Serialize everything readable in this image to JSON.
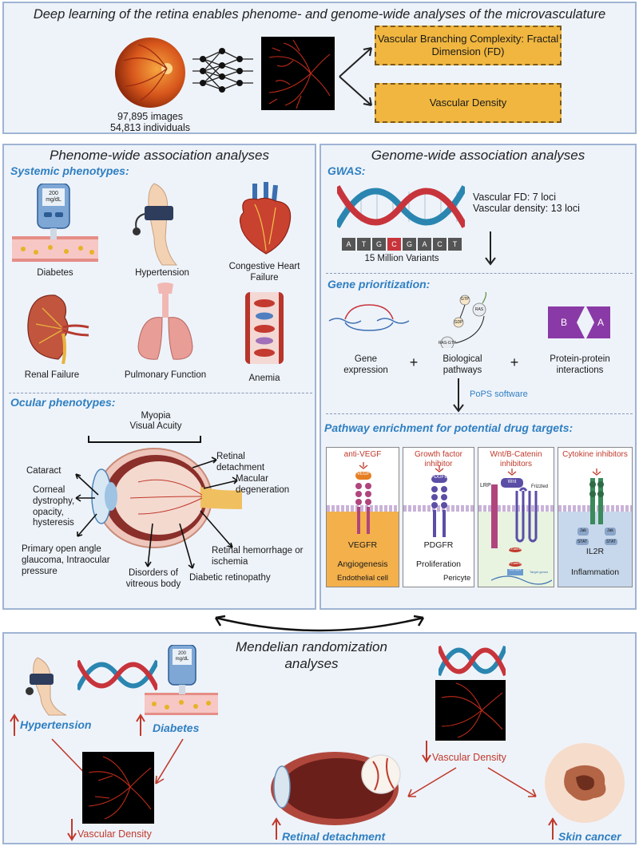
{
  "top": {
    "title": "Deep learning of the retina enables phenome- and genome-wide analyses of the microvasculature",
    "images_count": "97,895 images",
    "individuals_count": "54,813 individuals",
    "box_fd": "Vascular Branching Complexity: Fractal Dimension (FD)",
    "box_density": "Vascular Density"
  },
  "phewas": {
    "title": "Phenome-wide association analyses",
    "systemic_header": "Systemic phenotypes:",
    "glucometer_reading": "200 mg/dL",
    "systemic": [
      "Diabetes",
      "Hypertension",
      "Congestive Heart Failure",
      "Renal Failure",
      "Pulmonary Function",
      "Anemia"
    ],
    "ocular_header": "Ocular phenotypes:",
    "ocular": {
      "myopia": "Myopia",
      "visual_acuity": "Visual Acuity",
      "cataract": "Cataract",
      "corneal": "Corneal dystrophy, opacity, hysteresis",
      "glaucoma": "Primary open angle glaucoma, Intraocular pressure",
      "vitreous": "Disorders of vitreous body",
      "diabetic_ret": "Diabetic retinopathy",
      "hemorrhage": "Retinal hemorrhage or ischemia",
      "macular": "Macular degeneration",
      "detachment": "Retinal detachment"
    }
  },
  "gwas": {
    "title": "Genome-wide association analyses",
    "gwas_header": "GWAS:",
    "bases": [
      "A",
      "T",
      "G",
      "C",
      "G",
      "A",
      "C",
      "T"
    ],
    "variants": "15 Million Variants",
    "fd_loci": "Vascular FD: 7 loci",
    "density_loci": "Vascular density: 13 loci",
    "prior_header": "Gene prioritization:",
    "gene_expression": "Gene expression",
    "bio_pathways": "Biological pathways",
    "ppi": "Protein-protein interactions",
    "plus": "+",
    "gtp": "GTP",
    "gdp": "GDP",
    "ras": "RAS",
    "ras_gtp": "RAS-GTP",
    "protein_b": "B",
    "protein_a": "A",
    "pops": "PoPS software",
    "pathway_header": "Pathway enrichment for potential drug targets:",
    "cards": [
      {
        "top": "anti-VEGF",
        "ligand": "VEGF",
        "receptor": "VEGFR",
        "effect": "Angiogenesis",
        "cell": "Endothelial cell"
      },
      {
        "top": "Growth factor inhibitor",
        "ligand": "PDGFB",
        "receptor": "PDGFR",
        "effect": "Proliferation",
        "cell": "Pericyte"
      },
      {
        "top": "Wnt/B-Catenin inhibitors",
        "ligand": "Wnt",
        "lrp": "LRP",
        "frizzled": "Frizzled",
        "catenin1": "β-Catenin",
        "catenin2": "β-Catenin",
        "tcf": "TCF/LEF",
        "target": "Target genes"
      },
      {
        "top": "Cytokine inhibitors",
        "jak1": "Jak",
        "jak2": "Jak",
        "stat1": "STAT",
        "stat2": "STAT",
        "receptor": "IL2R",
        "effect": "Inflammation"
      }
    ]
  },
  "mr": {
    "title": "Mendelian randomization analyses",
    "glucometer_reading": "200 mg/dL",
    "hypertension": "Hypertension",
    "diabetes": "Diabetes",
    "vd_left": "Vascular Density",
    "vd_right": "Vascular Density",
    "retinal_detachment": "Retinal detachment",
    "skin_cancer": "Skin cancer"
  },
  "colors": {
    "panel_bg": "#eef3fa",
    "panel_border": "#9fb4d3",
    "accent_blue": "#2f7fc1",
    "orange": "#f0b63f",
    "red": "#c0392b"
  }
}
